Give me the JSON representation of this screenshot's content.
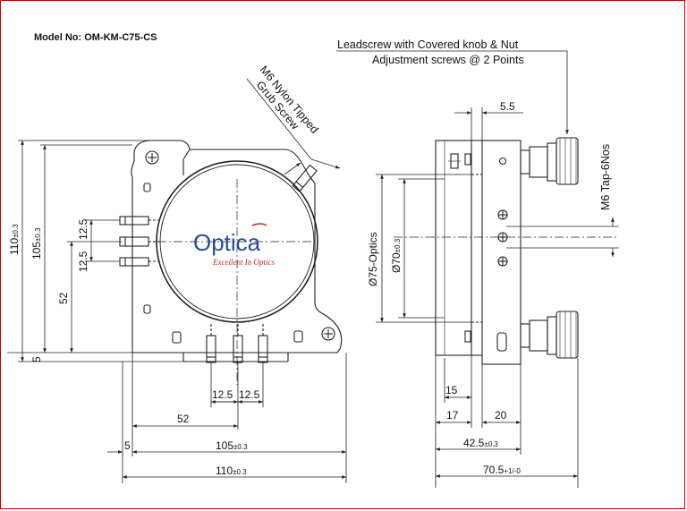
{
  "model_label": "Model No: OM-KM-C75-CS",
  "callouts": {
    "leadscrew_line1": "Leadscrew with Covered knob & Nut",
    "leadscrew_line2": "Adjustment screws @ 2 Points",
    "grub_line1": "M6 Nylon Tipped",
    "grub_line2": "Grub Screw",
    "tap": "M6 Tap-6Nos"
  },
  "logo": {
    "name": "Optica",
    "tagline": "Excellent In Optics",
    "color": "#2a4a9a",
    "tagline_color": "#c0282a"
  },
  "front_view": {
    "height_110": "110",
    "height_110_tol": "±0.3",
    "height_105": "105",
    "height_105_tol": "±0.3",
    "height_52": "52",
    "offset_5": "5",
    "pitch_a": "12.5",
    "pitch_b": "12.5",
    "bottom_pitch_a": "12.5",
    "bottom_pitch_b": "12.5",
    "width_52": "52",
    "width_5": "5",
    "width_105": "105",
    "width_105_tol": "±0.3",
    "width_110": "110",
    "width_110_tol": "±0.3"
  },
  "side_view": {
    "top_5_5": "5.5",
    "optics_dia": "Ø75-Optics",
    "aperture_dia": "Ø70",
    "aperture_tol": "±0.3",
    "w_15": "15",
    "w_17": "17",
    "w_20": "20",
    "w_42_5": "42.5",
    "w_42_5_tol": "±0.3",
    "w_70_5": "70.5",
    "w_70_5_tol": "+1/-0"
  },
  "colors": {
    "line": "#222222",
    "border": "#c00000"
  }
}
